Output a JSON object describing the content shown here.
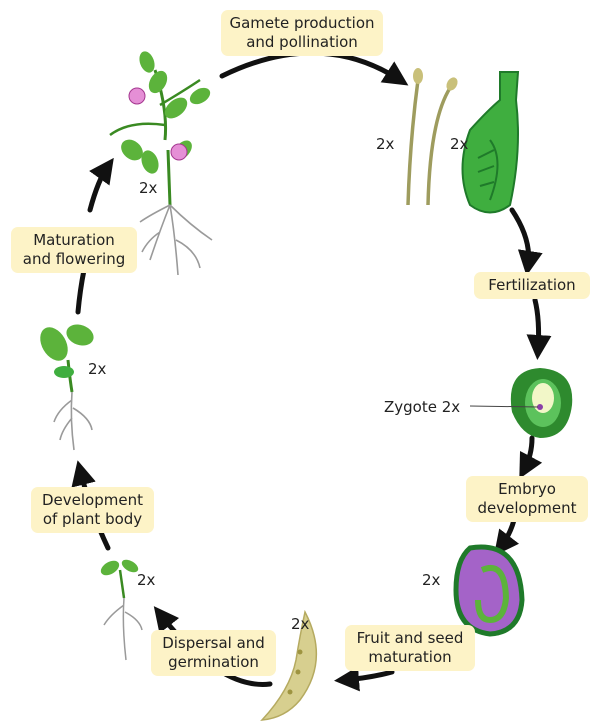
{
  "stages": {
    "gamete_production": "Gamete production\nand pollination",
    "fertilization": "Fertilization",
    "embryo_development": "Embryo\ndevelopment",
    "fruit_seed_maturation": "Fruit and seed\nmaturation",
    "dispersal_germination": "Dispersal and\ngermination",
    "development_plant_body": "Development\nof plant body",
    "maturation_flowering": "Maturation\nand flowering"
  },
  "ploidy": {
    "adult_plant": "2x",
    "pollen": "2x",
    "ovule": "2x",
    "zygote": "Zygote 2x",
    "seed": "2x",
    "fruit": "2x",
    "seedling_small": "2x",
    "seedling_large": "2x"
  },
  "colors": {
    "label_bg": "#fdf3c7",
    "leaf_green": "#5cb33b",
    "dark_green": "#1f7a2a",
    "embryo_purple": "#a463c8",
    "flower_pink": "#e58fd6",
    "root_gray": "#9a9a9a",
    "pod_tan": "#d7cf8f",
    "arrow": "#111111"
  }
}
